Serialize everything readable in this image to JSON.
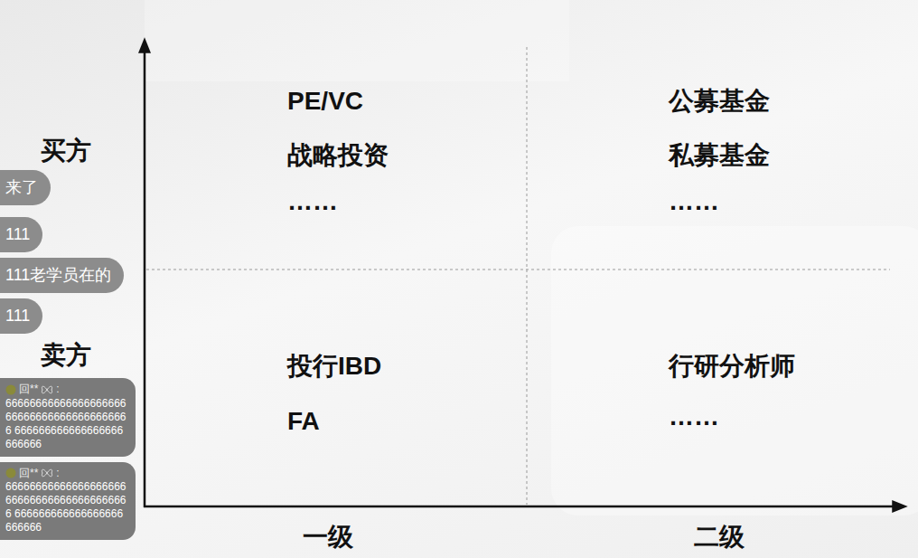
{
  "diagram": {
    "nodes": [
      {
        "text": [
          "来了"
        ]
      },
      {
        "text": [
          "111"
        ]
      },
      {
        "text": [
          "111老学员在的"
        ]
      },
      {
        "text": [
          "111"
        ]
      },
      {
        "text": [
          "回**",
          ":",
          "66666666666666666666666666666666666666666 666666666666666666666666"
        ]
      },
      {
        "text": [
          "回**",
          ":",
          "66666666666666666666666666666666666666666 666666666666666666666666"
        ]
      }
    ],
    "labels": [
      "买方",
      "卖方",
      "PE/VC",
      "战略投资",
      "……",
      "公募基金",
      "私募基金",
      "……",
      "投行IBD",
      "FA",
      "行研分析师",
      "……",
      "一级",
      "二级"
    ]
  }
}
